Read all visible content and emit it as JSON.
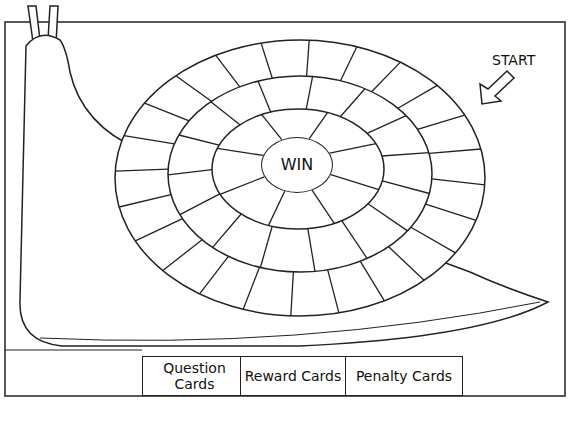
{
  "diagram": {
    "nodes": [
      {
        "text": [
          "WIN"
        ]
      },
      {
        "text": [
          "Question Cards"
        ]
      },
      {
        "text": [
          "Reward Cards"
        ]
      },
      {
        "text": [
          "Penalty Cards"
        ]
      }
    ],
    "labels": [
      "START"
    ]
  }
}
